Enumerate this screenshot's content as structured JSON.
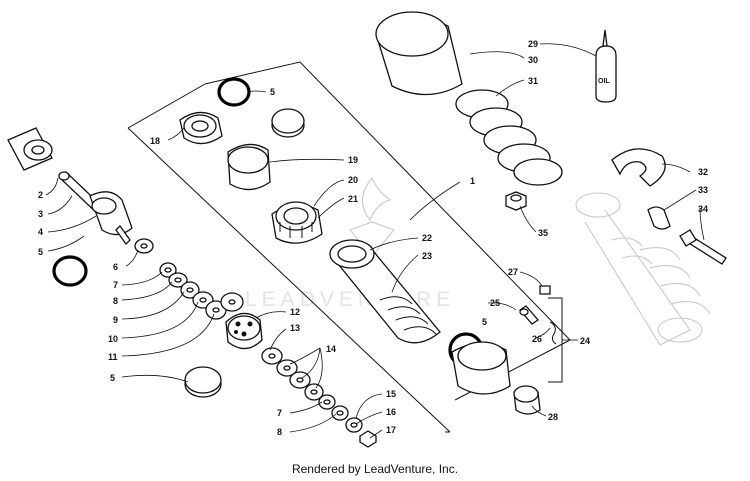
{
  "watermark": "LEADVENTURE",
  "oil_bottle_text": "OIL",
  "footer": "Rendered by LeadVenture, Inc.",
  "callouts": [
    {
      "id": "c1",
      "text": "1"
    },
    {
      "id": "c2",
      "text": "2"
    },
    {
      "id": "c3",
      "text": "3"
    },
    {
      "id": "c4",
      "text": "4"
    },
    {
      "id": "c5a",
      "text": "5"
    },
    {
      "id": "c5b",
      "text": "5"
    },
    {
      "id": "c5c",
      "text": "5"
    },
    {
      "id": "c5d",
      "text": "5"
    },
    {
      "id": "c6",
      "text": "6"
    },
    {
      "id": "c7a",
      "text": "7"
    },
    {
      "id": "c7b",
      "text": "7"
    },
    {
      "id": "c8a",
      "text": "8"
    },
    {
      "id": "c8b",
      "text": "8"
    },
    {
      "id": "c9",
      "text": "9"
    },
    {
      "id": "c10",
      "text": "10"
    },
    {
      "id": "c11",
      "text": "11"
    },
    {
      "id": "c12",
      "text": "12"
    },
    {
      "id": "c13",
      "text": "13"
    },
    {
      "id": "c14",
      "text": "14"
    },
    {
      "id": "c15",
      "text": "15"
    },
    {
      "id": "c16",
      "text": "16"
    },
    {
      "id": "c17",
      "text": "17"
    },
    {
      "id": "c18",
      "text": "18"
    },
    {
      "id": "c19",
      "text": "19"
    },
    {
      "id": "c20",
      "text": "20"
    },
    {
      "id": "c21",
      "text": "21"
    },
    {
      "id": "c22",
      "text": "22"
    },
    {
      "id": "c23",
      "text": "23"
    },
    {
      "id": "c24",
      "text": "24"
    },
    {
      "id": "c25",
      "text": "25"
    },
    {
      "id": "c26",
      "text": "26"
    },
    {
      "id": "c27",
      "text": "27"
    },
    {
      "id": "c28",
      "text": "28"
    },
    {
      "id": "c29",
      "text": "29"
    },
    {
      "id": "c30",
      "text": "30"
    },
    {
      "id": "c31",
      "text": "31"
    },
    {
      "id": "c32",
      "text": "32"
    },
    {
      "id": "c33",
      "text": "33"
    },
    {
      "id": "c34",
      "text": "34"
    },
    {
      "id": "c35",
      "text": "35"
    }
  ]
}
